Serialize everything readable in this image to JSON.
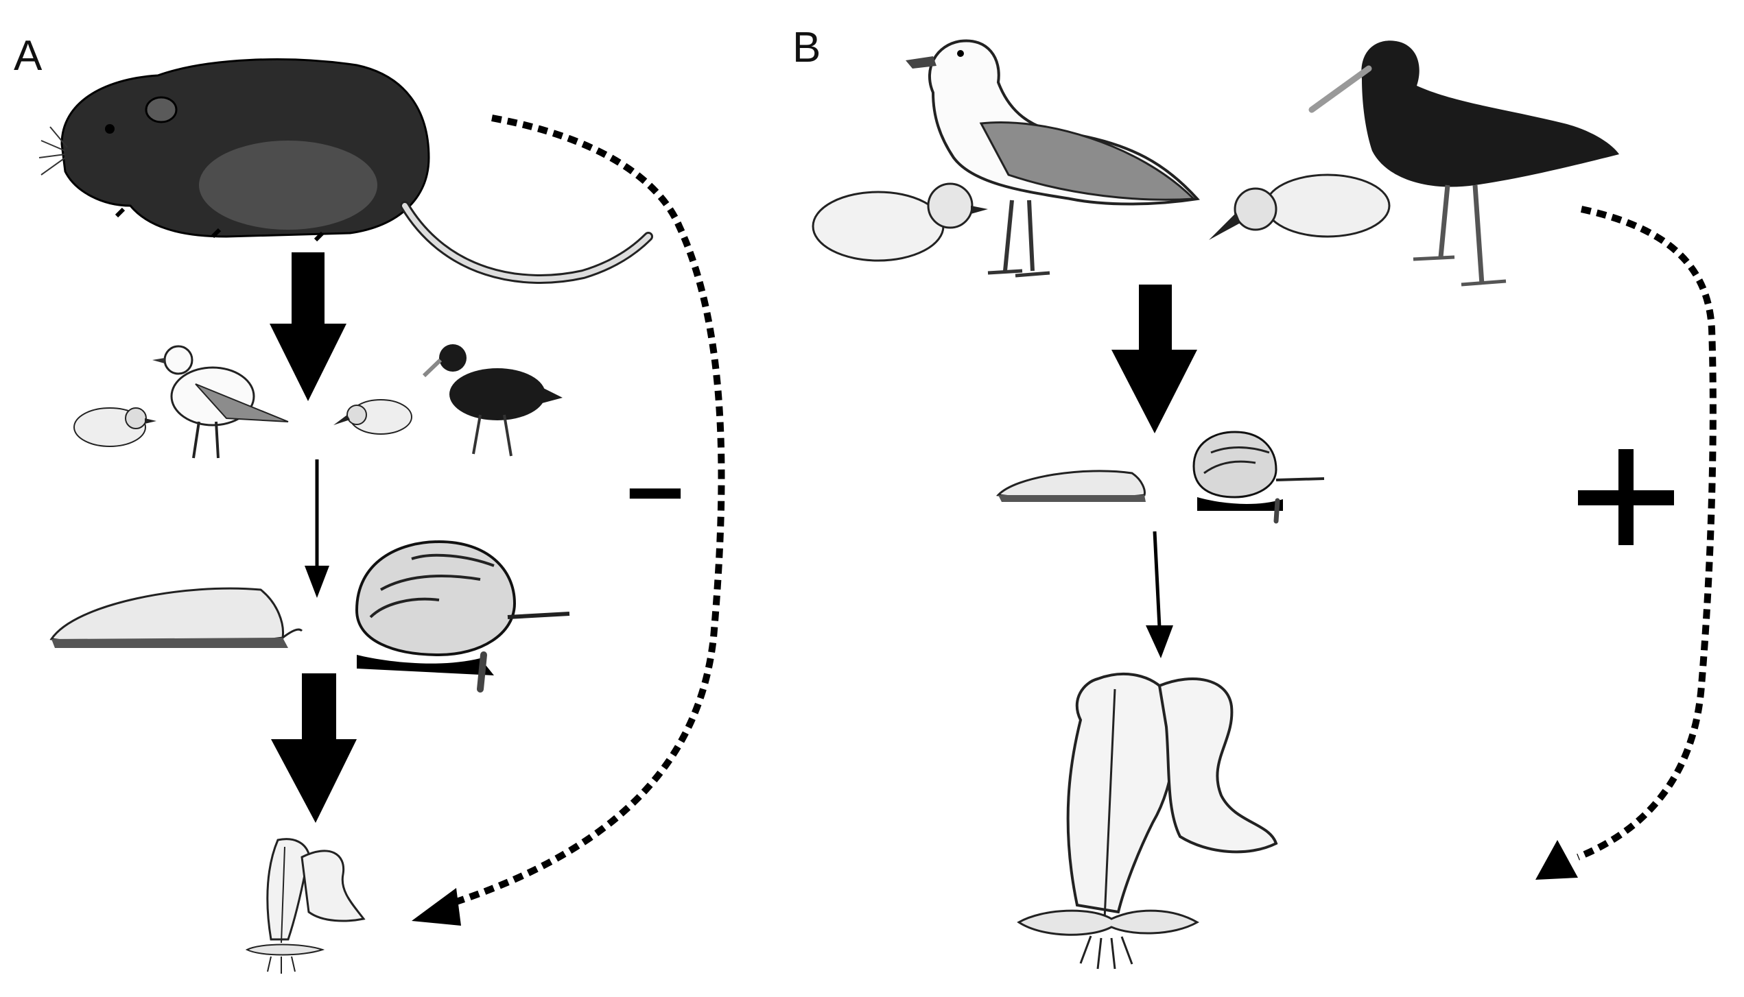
{
  "panels": {
    "a": {
      "letter": "A",
      "effect_sign": "–",
      "organisms": {
        "top_predator": "rat",
        "birds": [
          "gull-chick",
          "gull",
          "oystercatcher-chick",
          "oystercatcher"
        ],
        "grazers": [
          "limpet",
          "turban-snail"
        ],
        "producer": "kelp"
      }
    },
    "b": {
      "letter": "B",
      "effect_sign": "+",
      "organisms": {
        "birds": [
          "gull-chick",
          "gull",
          "oystercatcher-chick",
          "oystercatcher"
        ],
        "grazers": [
          "limpet",
          "turban-snail"
        ],
        "producer": "kelp"
      }
    }
  },
  "colors": {
    "ink": "#000000",
    "rat_body": "#2b2b2b",
    "gull_wing": "#8c8c8c",
    "oystercatcher": "#1a1a1a",
    "paper": "#ffffff"
  }
}
